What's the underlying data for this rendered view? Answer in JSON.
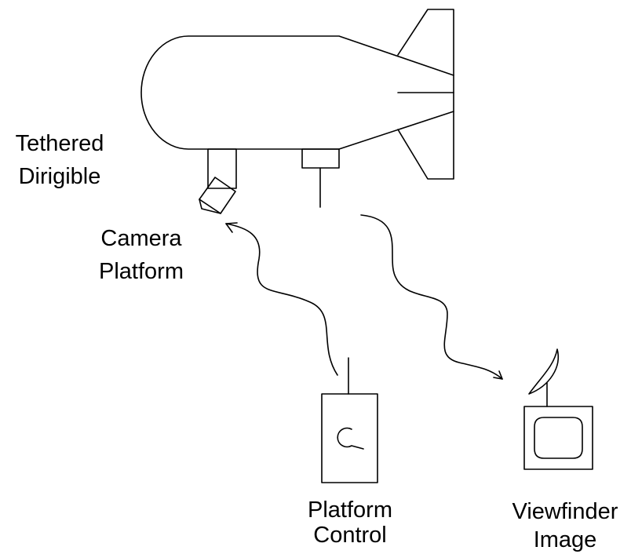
{
  "labels": {
    "dirigible": {
      "line1": "Tethered",
      "line2": "Dirigible"
    },
    "camera_platform": {
      "line1": "Camera",
      "line2": "Platform"
    },
    "platform_control": {
      "line1": "Platform",
      "line2": "Control"
    },
    "viewfinder_image": {
      "line1": "Viewfinder",
      "line2": "Image"
    }
  },
  "colors": {
    "line": "#000000",
    "background": "#ffffff"
  },
  "icons": [
    "dirigible-icon",
    "camera-platform-icon",
    "antenna-icon",
    "control-box-icon",
    "satellite-dish-icon",
    "monitor-icon"
  ]
}
